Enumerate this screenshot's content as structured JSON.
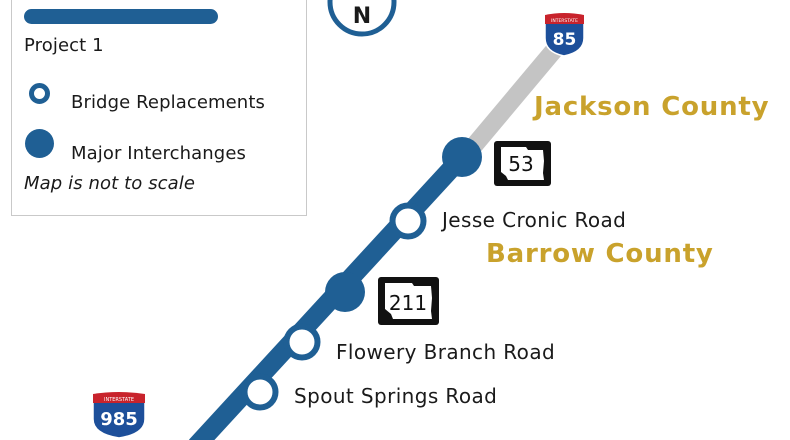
{
  "legend": {
    "project_label": "Project 1",
    "bridge_label": "Bridge Replacements",
    "interchange_label": "Major Interchanges",
    "scale_note": "Map is not to scale"
  },
  "compass": {
    "letter": "N",
    "icon": "north-arrow-icon"
  },
  "shields": {
    "i85": {
      "type": "interstate",
      "top_text": "INTERSTATE",
      "number": "85"
    },
    "i985": {
      "type": "interstate",
      "top_text": "INTERSTATE",
      "number": "985"
    },
    "sr53": {
      "type": "georgia-state-route",
      "number": "53"
    },
    "sr211": {
      "type": "georgia-state-route",
      "number": "211"
    }
  },
  "labels": {
    "jesse_cronic": "Jesse Cronic Road",
    "flowery_branch": "Flowery Branch Road",
    "spout_springs": "Spout Springs Road"
  },
  "counties": {
    "jackson": "Jackson County",
    "barrow": "Barrow County"
  },
  "colors": {
    "project_blue": "#1f5f94",
    "highway_gray": "#c4c4c4",
    "county_gold": "#c9a22c",
    "interstate_blue": "#1d4f9a",
    "interstate_red": "#c8232c"
  }
}
